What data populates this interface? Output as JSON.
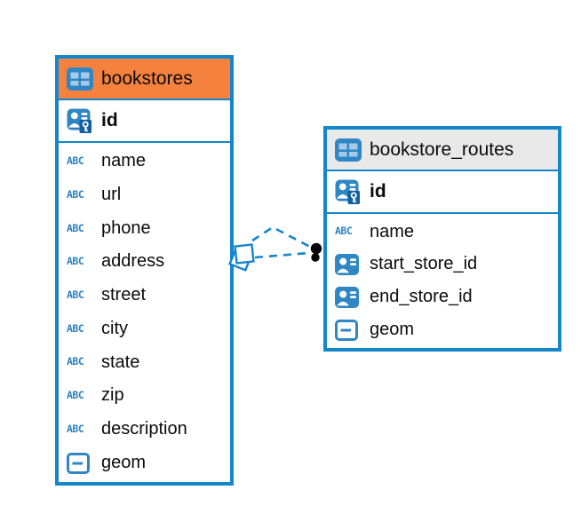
{
  "diagram": {
    "tables": [
      {
        "id": "bookstores",
        "title": "bookstores",
        "header_color": "#f5813e",
        "primary_key": {
          "name": "id",
          "type": "primary-key"
        },
        "fields": [
          {
            "name": "name",
            "type": "text"
          },
          {
            "name": "url",
            "type": "text"
          },
          {
            "name": "phone",
            "type": "text"
          },
          {
            "name": "address",
            "type": "text"
          },
          {
            "name": "street",
            "type": "text"
          },
          {
            "name": "city",
            "type": "text"
          },
          {
            "name": "state",
            "type": "text"
          },
          {
            "name": "zip",
            "type": "text"
          },
          {
            "name": "description",
            "type": "text"
          },
          {
            "name": "geom",
            "type": "geometry"
          }
        ]
      },
      {
        "id": "bookstore_routes",
        "title": "bookstore_routes",
        "header_color": "#e9e9e9",
        "primary_key": {
          "name": "id",
          "type": "primary-key"
        },
        "fields": [
          {
            "name": "name",
            "type": "text"
          },
          {
            "name": "start_store_id",
            "type": "reference"
          },
          {
            "name": "end_store_id",
            "type": "reference"
          },
          {
            "name": "geom",
            "type": "geometry"
          }
        ]
      }
    ],
    "relationship": {
      "from_table": "bookstores",
      "to_table": "bookstore_routes",
      "line_style": "dashed",
      "line_count": 2,
      "source_marker": "stacked-squares",
      "target_marker": "filled-black-dots"
    }
  },
  "icons": {
    "text_type_label": "ABC"
  },
  "colors": {
    "table_border": "#1486cb",
    "bookstores_header": "#f5813e",
    "bookstore_routes_header": "#e9e9e9",
    "icon_blue": "#2e86c4",
    "connector": "#1486cb"
  }
}
